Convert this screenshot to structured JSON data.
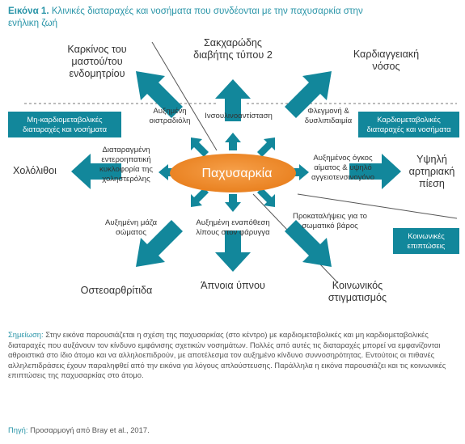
{
  "figure": {
    "number_label": "Εικόνα 1.",
    "title": "Κλινικές διαταραχές και νοσήματα που συνδέονται με την παχυσαρκία στην ενήλικη ζωή"
  },
  "center": {
    "label": "Παχυσαρκία"
  },
  "outcomes": {
    "diabetes": "Σακχαρώδης διαβήτης τύπου 2",
    "breast_cancer": "Καρκίνος του μαστού/του ενδομητρίου",
    "cardiovascular": "Καρδιαγγειακή νόσος",
    "gallstones": "Χολόλιθοι",
    "hypertension": "Υψηλή αρτηριακή πίεση",
    "osteoarthritis": "Οστεοαρθρίτιδα",
    "sleep_apnea": "Άπνοια ύπνου",
    "social_stigma": "Κοινωνικός στιγματισμός"
  },
  "mechanisms": {
    "estradiol": "Αυξημένη οιστραδιόλη",
    "insulin_resistance": "Ινσουλινοαντίσταση",
    "inflammation": "Φλεγμονή & δυσλιπιδαιμία",
    "enterohepatic": "Διαταραγμένη εντεροηπατική κυκλοφορία της χοληστερόλης",
    "blood_volume": "Αυξημένος όγκος αίματος & υψηλό αγγειοτενσινογόνο",
    "body_mass": "Αυξημένη μάζα σώματος",
    "pharynx_fat": "Αυξημένη εναπόθεση λίπους στον φάρυγγα",
    "body_weight_bias": "Προκαταλήψεις για το σωματικό βάρος"
  },
  "categories": {
    "non_cardiometabolic": "Μη-καρδιομεταβολικές διαταραχές και νοσήματα",
    "cardiometabolic": "Καρδιομεταβολικές διαταραχές και νοσήματα",
    "social": "Κοινωνικές επιπτώσεις"
  },
  "note": {
    "prefix": "Σημείωση:",
    "text": "Στην εικόνα παρουσιάζεται η σχέση της παχυσαρκίας (στο κέντρο) με καρδιομεταβολικές και μη καρδιομεταβολικές διαταραχές που αυξάνουν τον κίνδυνο εμφάνισης σχετικών νοσημάτων. Πολλές από αυτές τις διαταραχές μπορεί να εμφανίζονται αθροιστικά στο ίδιο άτομο και να αλληλοεπιδρούν, με αποτέλεσμα τον αυξημένο κίνδυνο συννοσηρότητας. Εντούτοις οι πιθανές αλληλεπιδράσεις έχουν παραληφθεί από την εικόνα για λόγους απλούστευσης. Παράλληλα η εικόνα παρουσιάζει και τις κοινωνικές επιπτώσεις της παχυσαρκίας στο άτομο."
  },
  "source": {
    "prefix": "Πηγή:",
    "text": "Προσαρμογή από Bray et al., 2017."
  },
  "colors": {
    "teal": "#12879b",
    "title_teal": "#2a95a8",
    "orange": "#e87e1c",
    "orange_light": "#f6a04a"
  }
}
